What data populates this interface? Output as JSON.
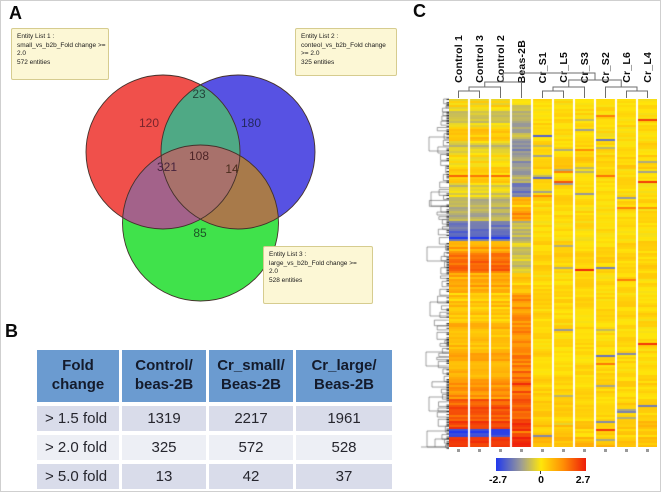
{
  "page": {
    "panel_labels": {
      "a": "A",
      "b": "B",
      "c": "C"
    }
  },
  "chart_data": [
    {
      "type": "venn",
      "panel": "A",
      "sets": [
        {
          "name": "small_vs_b2b",
          "size": 572,
          "color": "#f0504b",
          "label_box": [
            "Entity List 1 :",
            "small_vs_b2b_Fold change >=",
            "2.0",
            "572 entities"
          ]
        },
        {
          "name": "conteol_vs_b2b",
          "size": 325,
          "color": "#5752e3",
          "label_box": [
            "Entity List 2 :",
            "conteol_vs_b2b_Fold change",
            ">= 2.0",
            "325 entities"
          ]
        },
        {
          "name": "large_vs_b2b",
          "size": 528,
          "color": "#40e24b",
          "label_box": [
            "Entity List 3 :",
            "large_vs_b2b_Fold change >=",
            "2.0",
            "528 entities"
          ]
        }
      ],
      "regions": {
        "list1_only": "120",
        "list2_only": "180",
        "list3_only": "85",
        "list1_list2": "23",
        "list1_list3": "321",
        "list2_list3": "14",
        "all_three": "108"
      },
      "overlap_colors": {
        "list1_list2": "#4fa985",
        "list1_list3": "#a3628a",
        "list2_list3": "#a87a4a",
        "all_three": "#a8716b"
      }
    },
    {
      "type": "table",
      "panel": "B",
      "columns": [
        "Fold change",
        "Control/ beas-2B",
        "Cr_small/ Beas-2B",
        "Cr_large/ Beas-2B"
      ],
      "rows": [
        [
          "> 1.5 fold",
          "1319",
          "2217",
          "1961"
        ],
        [
          "> 2.0 fold",
          "325",
          "572",
          "528"
        ],
        [
          "> 5.0 fold",
          "13",
          "42",
          "37"
        ]
      ],
      "header_bg": "#6b9bd0",
      "row_bg_odd": "#d9dcea",
      "row_bg_even": "#edeff5"
    },
    {
      "type": "heatmap",
      "panel": "C",
      "columns": [
        "Control 1",
        "Control 3",
        "Control 2",
        "Beas-2B",
        "Cr_S1",
        "Cr_L5",
        "Cr_S3",
        "Cr_S2",
        "Cr_L6",
        "Cr_L4"
      ],
      "column_groups": {
        "ctrl": [
          0,
          1,
          2
        ],
        "beas": [
          3
        ],
        "cr": [
          4,
          5,
          6,
          7,
          8,
          9
        ]
      },
      "scale": {
        "min": -2.7,
        "mid": 0,
        "max": 2.7,
        "min_label": "-2.7",
        "mid_label": "0",
        "max_label": "2.7",
        "stops": [
          {
            "t": 0.0,
            "color": "#2038ee"
          },
          {
            "t": 0.28,
            "color": "#9c9c96"
          },
          {
            "t": 0.5,
            "color": "#ffe60a"
          },
          {
            "t": 0.75,
            "color": "#ff8d05"
          },
          {
            "t": 1.0,
            "color": "#ee1d0a"
          }
        ]
      },
      "bands": [
        {
          "f0": 0.0,
          "f1": 0.03,
          "ctrl": 0.15,
          "beas": -0.4,
          "cr": 0.1
        },
        {
          "f0": 0.03,
          "f1": 0.08,
          "ctrl": -0.5,
          "beas": -0.9,
          "cr": 0.15
        },
        {
          "f0": 0.08,
          "f1": 0.12,
          "ctrl": 0.4,
          "beas": -0.8,
          "cr": 0.1
        },
        {
          "f0": 0.12,
          "f1": 0.16,
          "ctrl": -0.5,
          "beas": -1.3,
          "cr": 0.2
        },
        {
          "f0": 0.16,
          "f1": 0.2,
          "ctrl": 0.2,
          "beas": -1.2,
          "cr": 0.35
        },
        {
          "f0": 0.2,
          "f1": 0.24,
          "ctrl": 0.5,
          "beas": -1.0,
          "cr": 0.15
        },
        {
          "f0": 0.24,
          "f1": 0.28,
          "ctrl": -0.4,
          "beas": -1.7,
          "cr": 0.1
        },
        {
          "f0": 0.28,
          "f1": 0.31,
          "ctrl": -0.6,
          "beas": 0.9,
          "cr": 0.2
        },
        {
          "f0": 0.31,
          "f1": 0.35,
          "ctrl": -0.9,
          "beas": 1.1,
          "cr": 0.15
        },
        {
          "f0": 0.35,
          "f1": 0.41,
          "ctrl": -1.9,
          "beas": -0.8,
          "cr": 0.1
        },
        {
          "f0": 0.41,
          "f1": 0.44,
          "ctrl": 1.0,
          "beas": -0.4,
          "cr": 0.2
        },
        {
          "f0": 0.44,
          "f1": 0.5,
          "ctrl": 1.7,
          "beas": -0.5,
          "cr": 0.25
        },
        {
          "f0": 0.5,
          "f1": 0.56,
          "ctrl": 0.9,
          "beas": 0.4,
          "cr": 0.15
        },
        {
          "f0": 0.56,
          "f1": 0.63,
          "ctrl": 0.4,
          "beas": 1.2,
          "cr": 0.2
        },
        {
          "f0": 0.63,
          "f1": 0.72,
          "ctrl": 0.55,
          "beas": 1.3,
          "cr": 0.15
        },
        {
          "f0": 0.72,
          "f1": 0.8,
          "ctrl": 0.8,
          "beas": 1.5,
          "cr": 0.2
        },
        {
          "f0": 0.8,
          "f1": 0.86,
          "ctrl": 1.2,
          "beas": 1.7,
          "cr": 0.25
        },
        {
          "f0": 0.86,
          "f1": 0.925,
          "ctrl": 1.9,
          "beas": 2.0,
          "cr": 0.3
        },
        {
          "f0": 0.925,
          "f1": 0.95,
          "ctrl": 2.3,
          "beas": 2.2,
          "cr": 0.5
        },
        {
          "f0": 0.95,
          "f1": 0.97,
          "ctrl": -2.4,
          "beas": 2.3,
          "cr": 0.3
        },
        {
          "f0": 0.97,
          "f1": 1.01,
          "ctrl": 2.2,
          "beas": 2.4,
          "cr": 0.6
        }
      ]
    }
  ]
}
